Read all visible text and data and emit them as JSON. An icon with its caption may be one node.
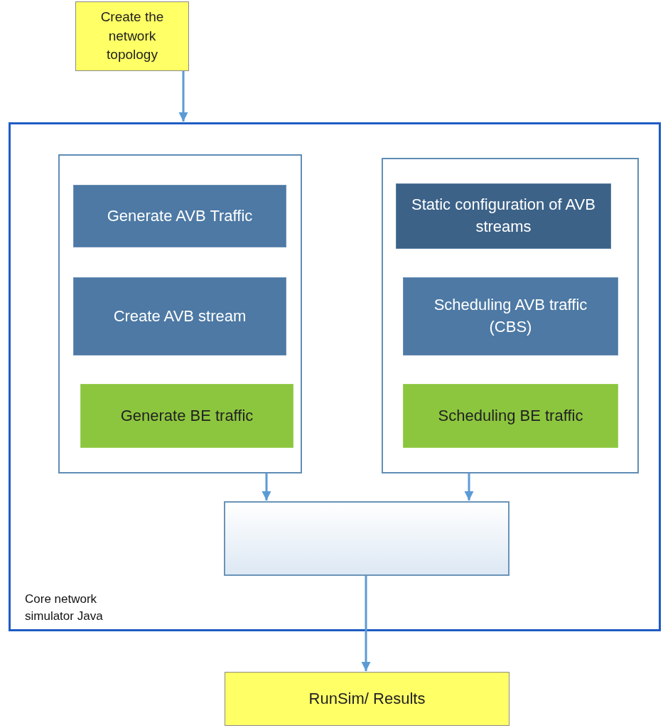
{
  "diagram": {
    "nodes": [
      {
        "text": [
          "Create the network topology"
        ]
      },
      {
        "text": [
          "Core network simulator Java"
        ]
      },
      {
        "text": [],
        "shape": "box",
        "in": 1
      },
      {
        "text": [
          "Generate AVB Traffic"
        ],
        "in": 2
      },
      {
        "text": [
          "Create AVB stream"
        ],
        "in": 2
      },
      {
        "text": [
          "Generate BE traffic"
        ],
        "in": 2
      },
      {
        "text": [],
        "shape": "box",
        "in": 1
      },
      {
        "text": [
          "Static configuration of AVB streams"
        ],
        "in": 6
      },
      {
        "text": [
          "Scheduling AVB traffic (CBS)"
        ],
        "in": 6
      },
      {
        "text": [
          "Scheduling BE traffic"
        ],
        "in": 6
      },
      {
        "text": [],
        "shape": "box",
        "in": 1
      },
      {
        "text": [
          "RunSim/ Results"
        ]
      }
    ],
    "edges": [
      {
        "from": 0,
        "to": 1,
        "arrow": "to"
      },
      {
        "from": 2,
        "to": 10,
        "arrow": "to"
      },
      {
        "from": 6,
        "to": 10,
        "arrow": "to"
      },
      {
        "from": 10,
        "to": 11,
        "arrow": "to"
      }
    ]
  }
}
